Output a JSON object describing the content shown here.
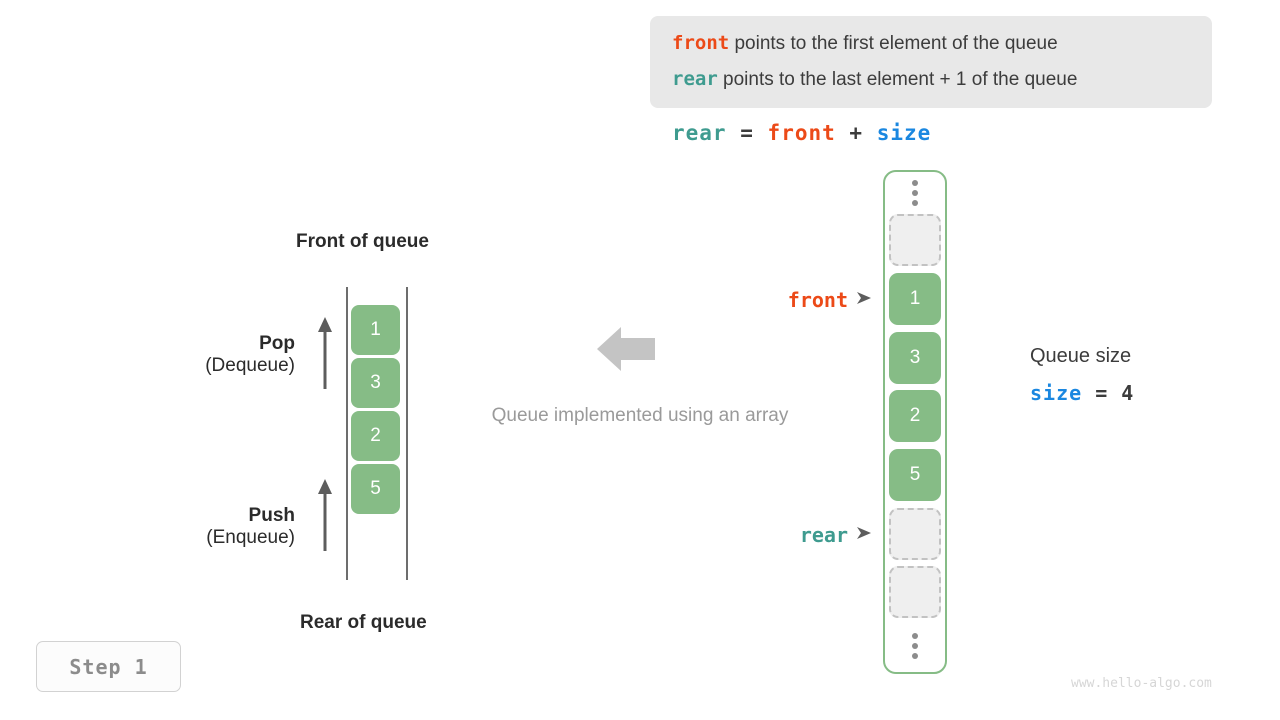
{
  "legend": {
    "line1": {
      "keyword": "front",
      "text": "points to the first element of the queue"
    },
    "line2": {
      "keyword": "rear",
      "text": "points to the last element + 1 of the queue"
    }
  },
  "formula": {
    "lhs": "rear",
    "eq": "=",
    "rhs1": "front",
    "plus": "+",
    "rhs2": "size"
  },
  "left_queue": {
    "top_label": "Front of queue",
    "bottom_label": "Rear of queue",
    "cells": [
      "1",
      "3",
      "2",
      "5"
    ],
    "pop": {
      "main": "Pop",
      "sub": "(Dequeue)"
    },
    "push": {
      "main": "Push",
      "sub": "(Enqueue)"
    }
  },
  "center": {
    "caption": "Queue implemented using an array",
    "arrow_icon": "arrow-left-icon"
  },
  "array": {
    "slots": [
      {
        "type": "dots",
        "value": ""
      },
      {
        "type": "empty",
        "value": ""
      },
      {
        "type": "filled",
        "value": "1"
      },
      {
        "type": "filled",
        "value": "3"
      },
      {
        "type": "filled",
        "value": "2"
      },
      {
        "type": "filled",
        "value": "5"
      },
      {
        "type": "empty",
        "value": ""
      },
      {
        "type": "empty",
        "value": ""
      },
      {
        "type": "dots",
        "value": ""
      }
    ],
    "pointers": {
      "front": "front",
      "rear": "rear"
    }
  },
  "size_info": {
    "label": "Queue size",
    "keyword": "size",
    "expr": " =  4"
  },
  "step": {
    "label": "Step 1"
  },
  "watermark": {
    "text": "www.hello-algo.com"
  },
  "colors": {
    "front": "#ec4a18",
    "rear": "#3e9b8f",
    "size": "#1a87e0",
    "cell_fill": "#86bc86",
    "empty_fill": "#efefef",
    "container_border": "#86bc86",
    "legend_bg": "#e8e8e8",
    "muted_text": "#9a9a9a"
  }
}
